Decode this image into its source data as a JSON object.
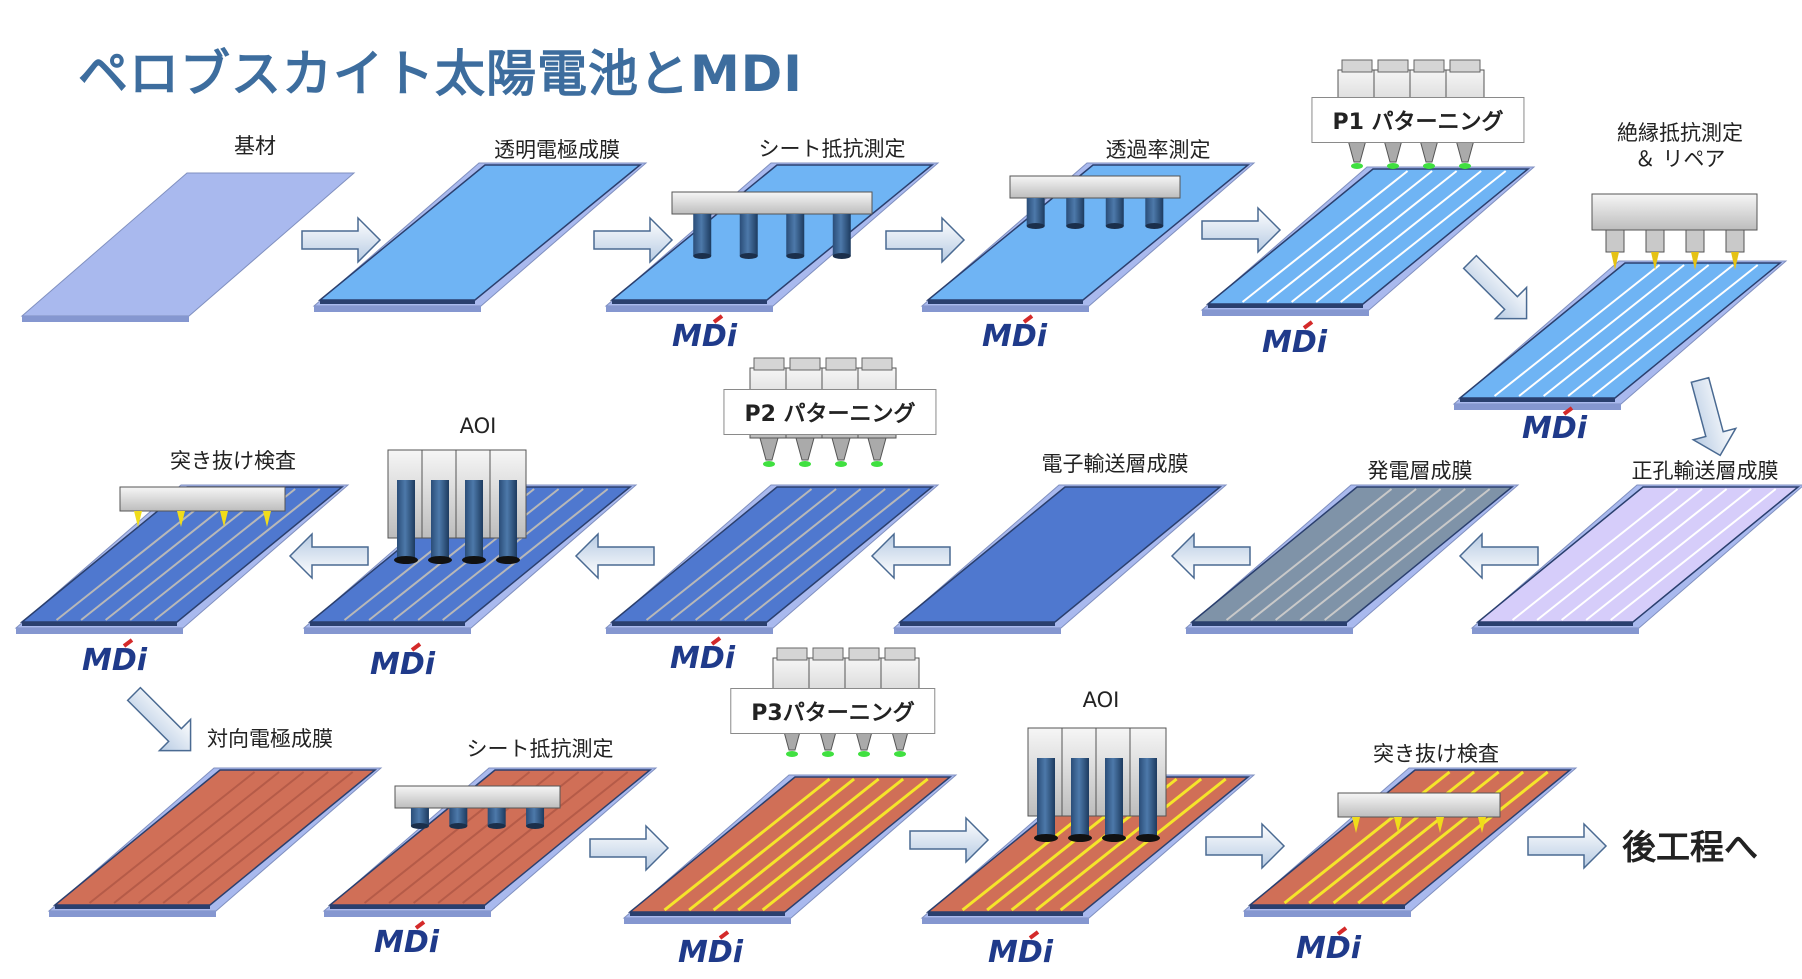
{
  "title": "ペロブスカイト太陽電池とMDI",
  "logo_text": "MDi",
  "steps": [
    {
      "label": "基材"
    },
    {
      "label": "透明電極成膜"
    },
    {
      "label": "シート抵抗測定"
    },
    {
      "label": "透過率測定"
    },
    {
      "label": "P1 パターニング"
    },
    {
      "label": "絶縁抵抗測定\n＆ リペア"
    },
    {
      "label": "正孔輸送層成膜"
    },
    {
      "label": "発電層成膜"
    },
    {
      "label": "電子輸送層成膜"
    },
    {
      "label": "P2 パターニング"
    },
    {
      "label": "AOI"
    },
    {
      "label": "突き抜け検査"
    },
    {
      "label": "対向電極成膜"
    },
    {
      "label": "シート抵抗測定"
    },
    {
      "label": "P3パターニング"
    },
    {
      "label": "AOI"
    },
    {
      "label": "突き抜け検査"
    }
  ],
  "next_process": "後工程へ",
  "colors": {
    "title": "#3d6d9e",
    "substrate": "#a9b9ee",
    "transparent_electrode": "#6fb4f4",
    "hole_transport": "#d6cdfa",
    "power_layer": "#7f93a8",
    "electron_transport": "#4f78cf",
    "counter_electrode": "#d06f57",
    "p3_line": "#f5e52a",
    "logo_blue": "#1f3a8a",
    "logo_red": "#d42a2a"
  }
}
